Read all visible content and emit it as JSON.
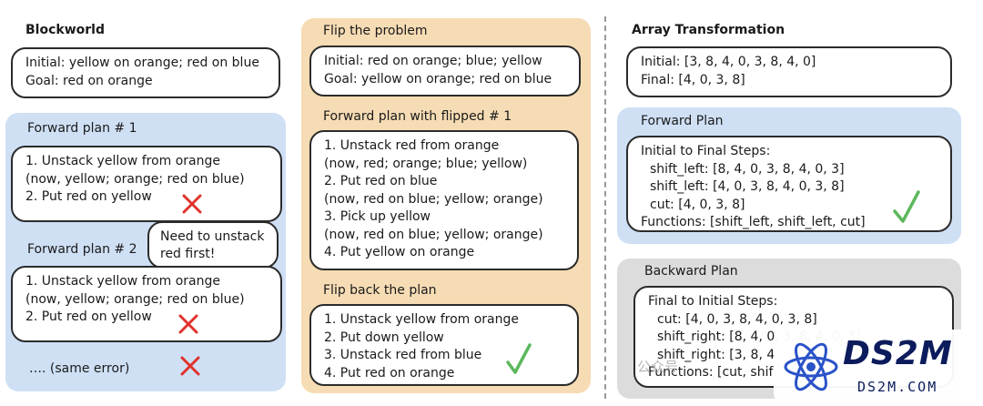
{
  "blockworld": {
    "title": "Blockworld",
    "problem": {
      "lines": [
        "Initial: yellow on orange; red on blue",
        "Goal: red on orange"
      ]
    },
    "forward_plan_1": {
      "label": "Forward plan # 1",
      "lines": [
        "1. Unstack yellow from orange",
        "(now, yellow; orange; red on blue)",
        "2. Put red on yellow"
      ]
    },
    "callout": {
      "lines": [
        "Need to unstack",
        "red first!"
      ]
    },
    "forward_plan_2": {
      "label": "Forward plan # 2",
      "lines": [
        "1. Unstack yellow from orange",
        "(now, yellow; orange; red on blue)",
        "2. Put red on yellow"
      ]
    },
    "same_error": "…. (same error)"
  },
  "flip": {
    "title": "Flip the problem",
    "problem": {
      "lines": [
        "Initial: red on orange; blue; yellow",
        "Goal: yellow on orange; red on blue"
      ]
    },
    "forward_label": "Forward plan with flipped # 1",
    "forward_lines": [
      "1. Unstack red from orange",
      "(now, red; orange; blue; yellow)",
      "2. Put red on blue",
      "(now, red on blue; yellow; orange)",
      "3. Pick up yellow",
      "(now, red on blue; yellow; orange)",
      "4. Put yellow on orange"
    ],
    "flip_back_label": "Flip back the plan",
    "flip_back_lines": [
      "1. Unstack yellow from orange",
      "2. Put down yellow",
      "3. Unstack red from blue",
      "4. Put red on orange"
    ]
  },
  "array": {
    "title": "Array Transformation",
    "problem": {
      "lines": [
        "Initial: [3, 8, 4, 0, 3, 8, 4, 0]",
        "Final: [4, 0, 3, 8]"
      ]
    },
    "forward_label": "Forward Plan",
    "forward_heading": "Initial to Final Steps:",
    "forward_steps": [
      "shift_left: [8, 4, 0, 3, 8, 4, 0, 3]",
      "shift_left: [4, 0, 3, 8, 4, 0, 3, 8]",
      "cut: [4, 0, 3, 8]"
    ],
    "forward_functions": "Functions: [shift_left, shift_left, cut]",
    "backward_label": "Backward Plan",
    "backward_heading": "Final to Initial Steps:",
    "backward_steps": [
      "cut: [4, 0, 3, 8, 4, 0, 3, 8]",
      "shift_right: [8, 4, 0, 3, 8, 4, 0, 3]",
      "shift_right: [3, 8, 4"
    ],
    "backward_functions": "Functions: [cut, shif"
  },
  "watermark": {
    "brand": "DS2M",
    "url": "DS2M.COM",
    "faint_text": "公众号"
  },
  "colors": {
    "blue_panel": "#cfe0f5",
    "tan_panel": "#f6dcb4",
    "grey_panel": "#dcdcdc",
    "cross": "#e0322b",
    "check": "#5cb85c"
  }
}
